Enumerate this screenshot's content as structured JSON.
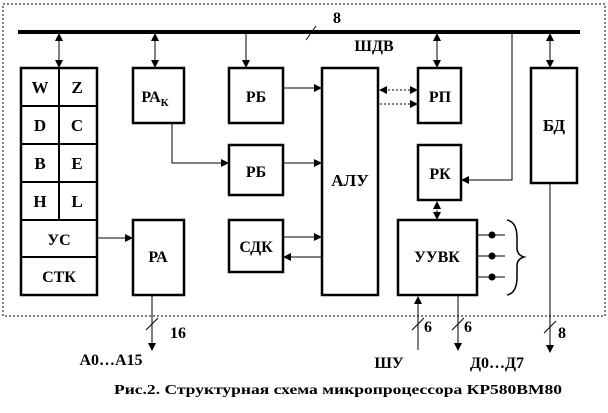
{
  "bus": {
    "label": "ШДВ",
    "width": "8"
  },
  "registers": {
    "w": "W",
    "z": "Z",
    "d": "D",
    "c": "C",
    "b": "B",
    "e": "E",
    "h": "H",
    "l": "L",
    "us": "УС",
    "stk": "СТК"
  },
  "blocks": {
    "rak_main": "РА",
    "rak_sub": "К",
    "rb1": "РБ",
    "rb2": "РБ",
    "sdk": "СДК",
    "ra": "РА",
    "alu": "АЛУ",
    "rp": "РП",
    "rk": "РК",
    "uuvk": "УУВК",
    "bd": "БД"
  },
  "io": {
    "addr_width": "16",
    "addr_label": "А0…А15",
    "ctrl_in_width": "6",
    "ctrl_in_label": "ШУ",
    "ctrl_out_width": "6",
    "ctrl_out_label": "Д0…Д7",
    "data_width": "8"
  },
  "caption": "Рис.2. Структурная схема микропроцессора КР580ВМ80"
}
